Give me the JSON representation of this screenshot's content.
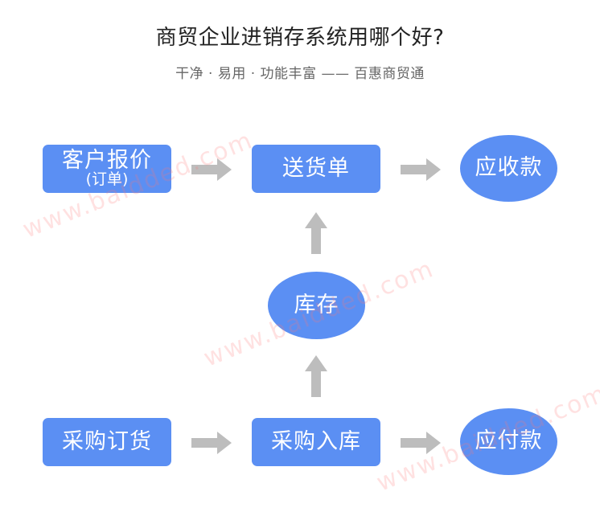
{
  "header": {
    "title": "商贸企业进销存系统用哪个好?",
    "subtitle": "干净 · 易用 · 功能丰富 —— 百惠商贸通"
  },
  "nodes": {
    "customer_quote": {
      "label": "客户报价",
      "sublabel": "(订单)"
    },
    "delivery_note": {
      "label": "送货单"
    },
    "receivable": {
      "label": "应收款"
    },
    "inventory": {
      "label": "库存"
    },
    "purchase_order": {
      "label": "采购订货"
    },
    "purchase_inbound": {
      "label": "采购入库"
    },
    "payable": {
      "label": "应付款"
    }
  },
  "watermark": {
    "text": "www.baidded.com"
  },
  "colors": {
    "node_fill": "#5b8ff3",
    "arrow": "#bdbdbd",
    "title": "#222222",
    "subtitle": "#666666",
    "watermark": "#ff7878"
  }
}
